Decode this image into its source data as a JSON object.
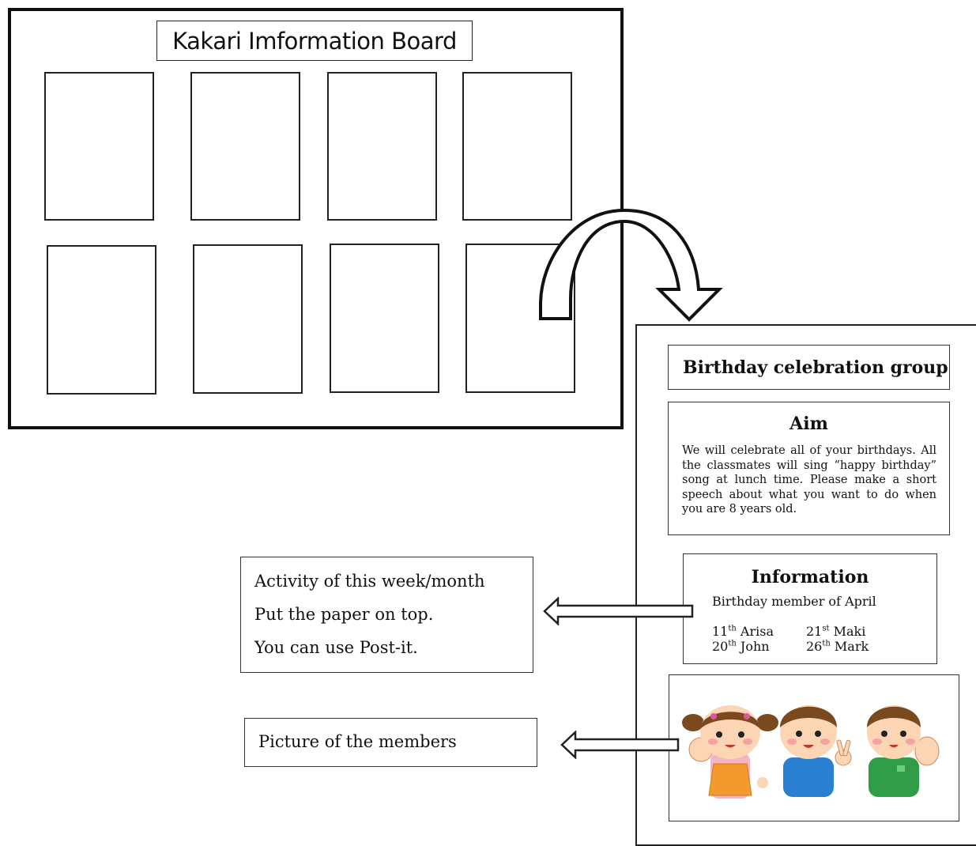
{
  "board": {
    "title": "Kakari Imformation Board"
  },
  "poster": {
    "group_title": "Birthday celebration group",
    "aim": {
      "heading": "Aim",
      "text": "We will celebrate all of your birthdays. All the classmates will sing “happy birthday” song at lunch time. Please make a short speech about what you want to do when you are 8 years old."
    },
    "information": {
      "heading": "Information",
      "subtitle": "Birthday member of April",
      "members": [
        {
          "day": "11",
          "suffix": "th",
          "name": "Arisa"
        },
        {
          "day": "21",
          "suffix": "st",
          "name": "Maki"
        },
        {
          "day": "20",
          "suffix": "th",
          "name": "John"
        },
        {
          "day": "26",
          "suffix": "th",
          "name": "Mark"
        }
      ]
    }
  },
  "callouts": {
    "activity_lines": [
      "Activity of this week/month",
      "Put the paper on top.",
      "You can use Post-it."
    ],
    "members_picture": "Picture of the members"
  },
  "colors": {
    "line": "#111111",
    "skin": "#fcd5b5",
    "hair_brown": "#7a4a1e",
    "girl_apron": "#f29a2e",
    "boy_blue": "#2a7fd1",
    "boy_green": "#2f9d48",
    "cheek": "#f5a3a3"
  }
}
